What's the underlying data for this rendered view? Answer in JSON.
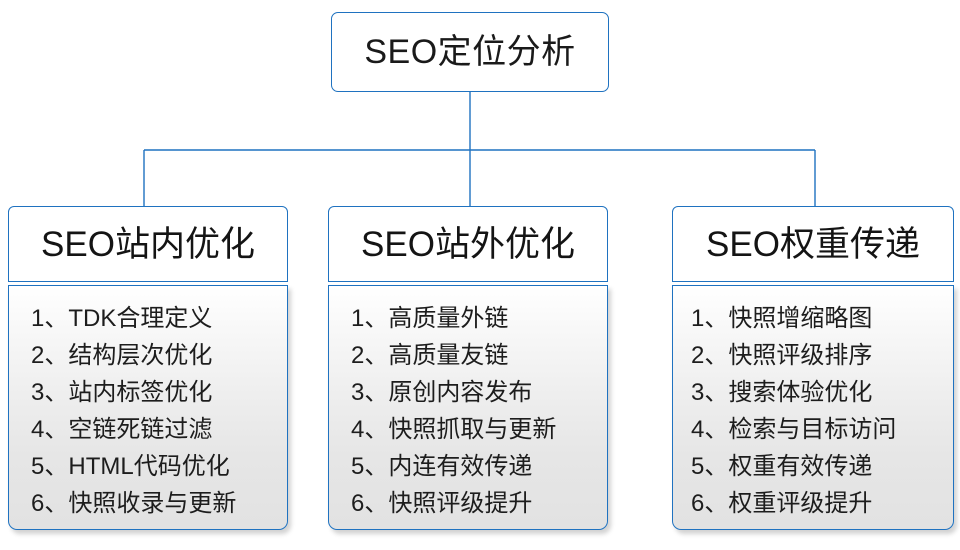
{
  "diagram": {
    "root": {
      "label": "SEO定位分析"
    },
    "colors": {
      "border_blue": "#1f72c0",
      "connector_blue": "#1f72c0",
      "text_dark": "#1a1a1a",
      "body_gradient_top": "#ffffff",
      "body_gradient_bottom": "#e2e2e2"
    },
    "branches": [
      {
        "header": "SEO站内优化",
        "items": [
          {
            "num": "1、",
            "text": "TDK合理定义"
          },
          {
            "num": "2、",
            "text": "结构层次优化"
          },
          {
            "num": "3、",
            "text": "站内标签优化"
          },
          {
            "num": "4、",
            "text": "空链死链过滤"
          },
          {
            "num": "5、",
            "text": "HTML代码优化"
          },
          {
            "num": "6、",
            "text": "快照收录与更新"
          }
        ]
      },
      {
        "header": "SEO站外优化",
        "items": [
          {
            "num": "1、",
            "text": "高质量外链"
          },
          {
            "num": "2、",
            "text": "高质量友链"
          },
          {
            "num": "3、",
            "text": "原创内容发布"
          },
          {
            "num": "4、",
            "text": "快照抓取与更新"
          },
          {
            "num": "5、",
            "text": "内连有效传递"
          },
          {
            "num": "6、",
            "text": "快照评级提升"
          }
        ]
      },
      {
        "header": "SEO权重传递",
        "items": [
          {
            "num": "1、",
            "text": "快照增缩略图"
          },
          {
            "num": "2、",
            "text": "快照评级排序"
          },
          {
            "num": "3、",
            "text": "搜索体验优化"
          },
          {
            "num": "4、",
            "text": "检索与目标访问"
          },
          {
            "num": "5、",
            "text": "权重有效传递"
          },
          {
            "num": "6、",
            "text": "权重评级提升"
          }
        ]
      }
    ]
  }
}
